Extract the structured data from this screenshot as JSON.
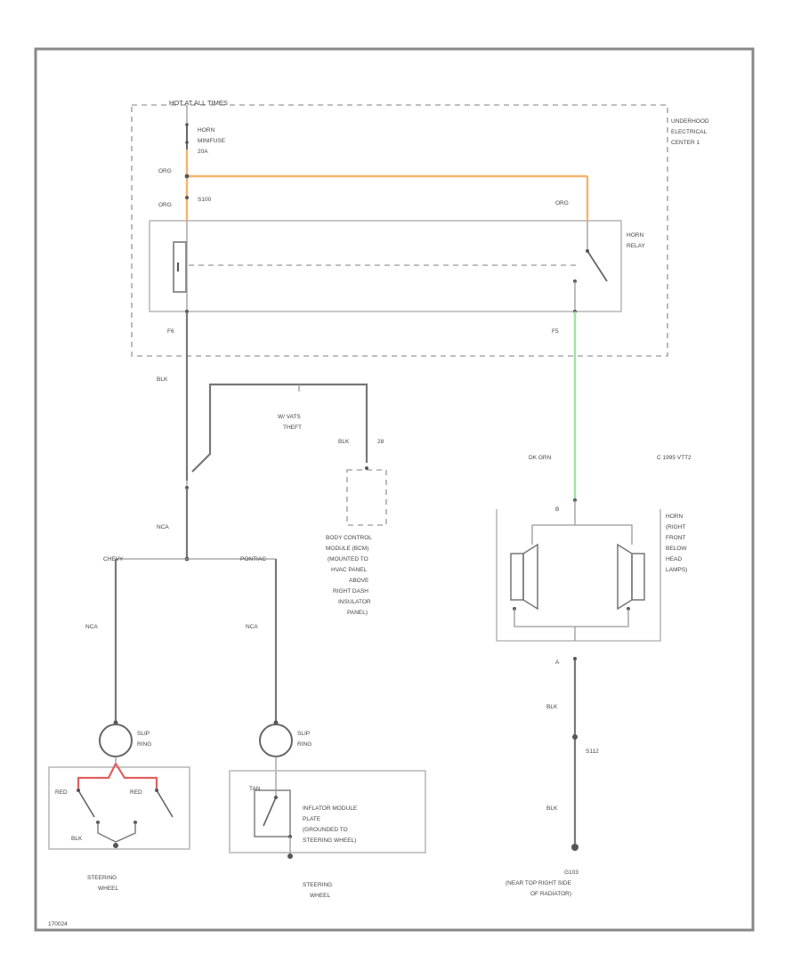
{
  "colors": {
    "orange": "#f6b26b",
    "green": "#9fe29f",
    "red": "#e06060",
    "wire": "#777777",
    "frame": "#888888"
  },
  "labels": {
    "hot_at_all_times": "HOT AT ALL TIMES",
    "fuse_name": "HORN",
    "fuse_line2": "MINIFUSE",
    "fuse_amps": "20A",
    "underhood_1": "UNDERHOOD",
    "underhood_2": "ELECTRICAL",
    "underhood_3": "CENTER 1",
    "org_1": "ORG",
    "org_2": "ORG",
    "org_3": "ORG",
    "splice": "S100",
    "relay_1": "HORN",
    "relay_2": "RELAY",
    "pin_f6": "F6",
    "pin_f5": "F5",
    "blk_left": "BLK",
    "vats_1": "W/ VATS",
    "vats_2": "THEFT",
    "blk_bcm": "BLK",
    "pin_28": "28",
    "dk_grn": "DK GRN",
    "ref_code": "C 1995 VTT2",
    "bcm_1": "BODY CONTROL",
    "bcm_2": "MODULE (BCM)",
    "bcm_3": "(MOUNTED TO",
    "bcm_4": "HVAC PANEL",
    "bcm_5": "ABOVE",
    "bcm_6": "RIGHT DASH",
    "bcm_7": "INSULATOR",
    "bcm_8": "PANEL)",
    "nca_main": "NCA",
    "chevy": "CHEVY",
    "pontiac": "PONTIAC",
    "nca_left": "NCA",
    "nca_mid": "NCA",
    "pin_b": "B",
    "horn_1": "HORN",
    "horn_2": "(RIGHT",
    "horn_3": "FRONT",
    "horn_4": "BELOW",
    "horn_5": "HEAD",
    "horn_6": "LAMPS)",
    "pin_a": "A",
    "blk_r1": "BLK",
    "splice_r": "S112",
    "blk_r2": "BLK",
    "ground_1": "G103",
    "ground_2": "(NEAR TOP RIGHT SIDE",
    "ground_3": "OF RADIATOR)",
    "slip_ring_l1": "SLIP",
    "slip_ring_l2": "RING",
    "slip_ring_m1": "SLIP",
    "slip_ring_m2": "RING",
    "red_1": "RED",
    "red_2": "RED",
    "blk_sw": "BLK",
    "tan": "TAN",
    "infl_1": "INFLATOR MODULE",
    "infl_2": "PLATE",
    "infl_3": "(GROUNDED TO",
    "infl_4": "STEERING WHEEL)",
    "steer_l1": "STEERING",
    "steer_l2": "WHEEL",
    "steer_m1": "STEERING",
    "steer_m2": "WHEEL",
    "figure_id": "170024"
  }
}
